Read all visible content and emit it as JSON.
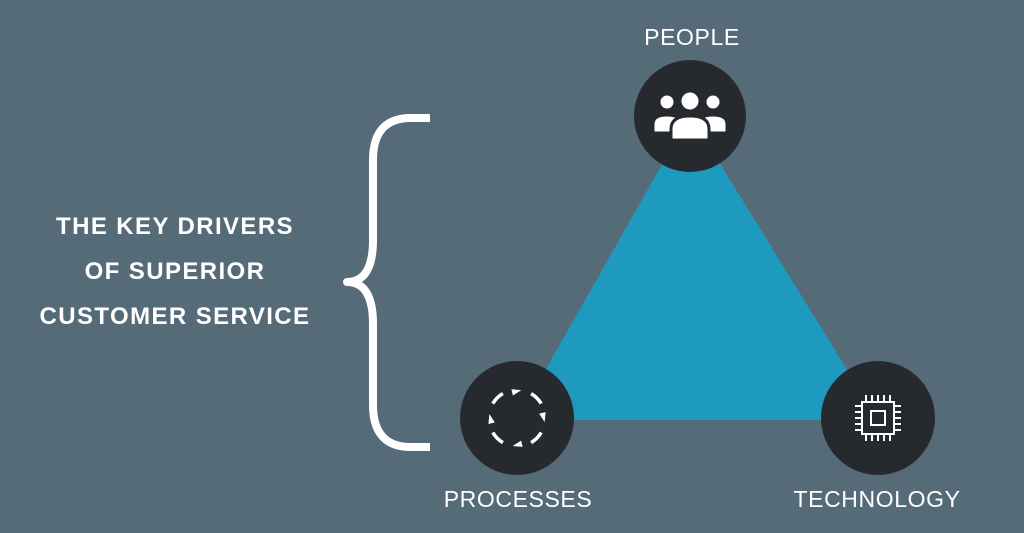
{
  "headline": {
    "lines": [
      "THE KEY DRIVERS",
      "OF SUPERIOR",
      "CUSTOMER SERVICE"
    ]
  },
  "nodes": {
    "people": {
      "label": "PEOPLE",
      "icon": "people-group-icon"
    },
    "processes": {
      "label": "PROCESSES",
      "icon": "cycle-arrows-icon"
    },
    "technology": {
      "label": "TECHNOLOGY",
      "icon": "microchip-icon"
    }
  },
  "colors": {
    "background": "#556b78",
    "triangle": "#1e9abf",
    "node_fill": "#262a2f",
    "text": "#ffffff"
  }
}
